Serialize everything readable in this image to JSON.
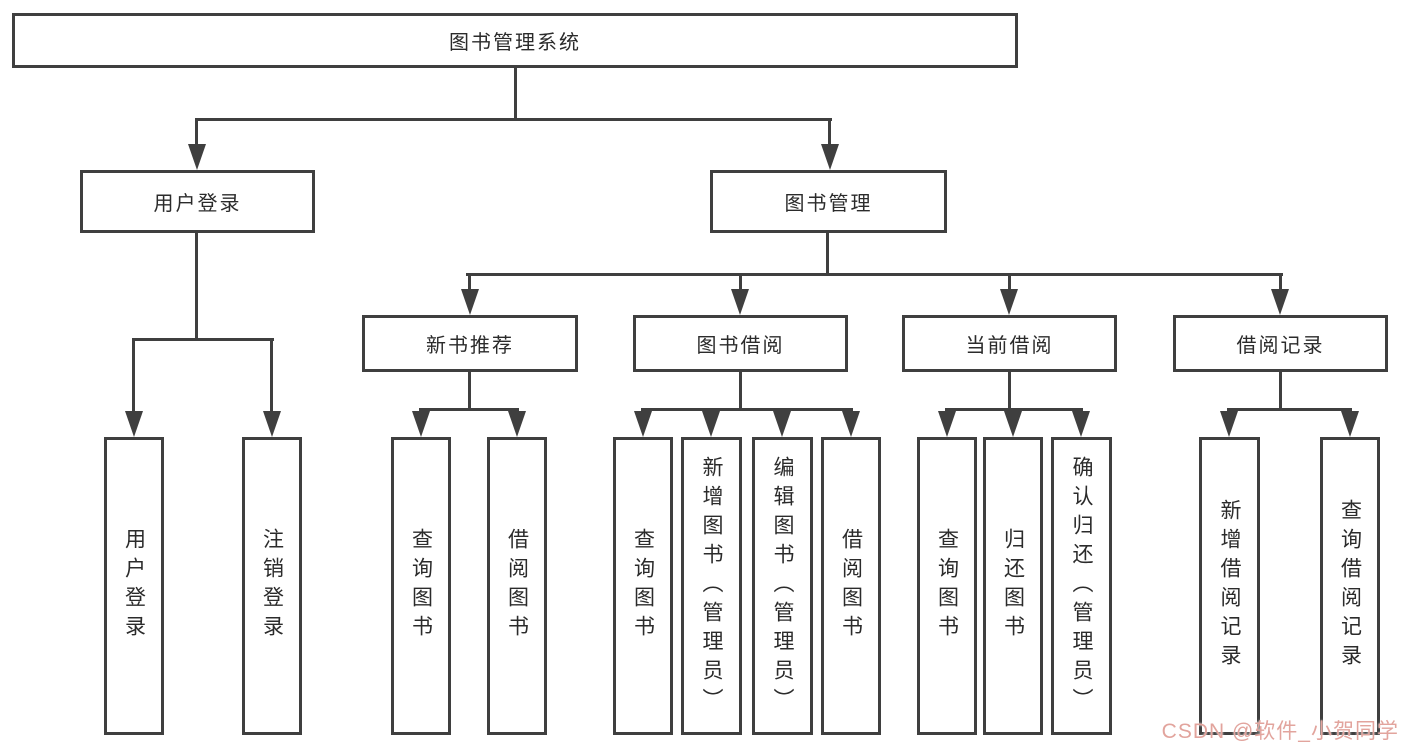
{
  "colors": {
    "line": "#3f3f3f",
    "text": "#2b2b2b",
    "box_fill": "#ffffff",
    "watermark_text": "#e2a49d",
    "background": "#ffffff"
  },
  "root": {
    "label": "图书管理系统"
  },
  "branches": {
    "user_login": {
      "label": "用户登录",
      "children": [
        "用户登录",
        "注销登录"
      ]
    },
    "book_mgmt": {
      "label": "图书管理",
      "sections": [
        {
          "label": "新书推荐",
          "children": [
            "查询图书",
            "借阅图书"
          ]
        },
        {
          "label": "图书借阅",
          "children": [
            "查询图书",
            "新增图书（管理员）",
            "编辑图书（管理员）",
            "借阅图书"
          ]
        },
        {
          "label": "当前借阅",
          "children": [
            "查询图书",
            "归还图书",
            "确认归还（管理员）"
          ]
        },
        {
          "label": "借阅记录",
          "children": [
            "新增借阅记录",
            "查询借阅记录"
          ]
        }
      ]
    }
  },
  "watermark": {
    "text": "CSDN @软件_小贺同学"
  }
}
